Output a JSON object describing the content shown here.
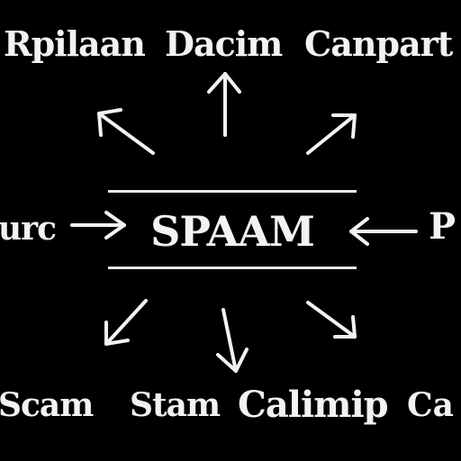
{
  "diagram": {
    "top": {
      "left": "Rpilaan",
      "center": "Dacim",
      "right": "Canpart"
    },
    "middle": {
      "left": "urc",
      "center": "SPAAM",
      "right": "P"
    },
    "bottom": {
      "left": "Scam",
      "center": "Stam",
      "right": "Calimip",
      "far_right": "Ca"
    }
  },
  "colors": {
    "background": "#000000",
    "foreground": "#f2f2f2"
  }
}
